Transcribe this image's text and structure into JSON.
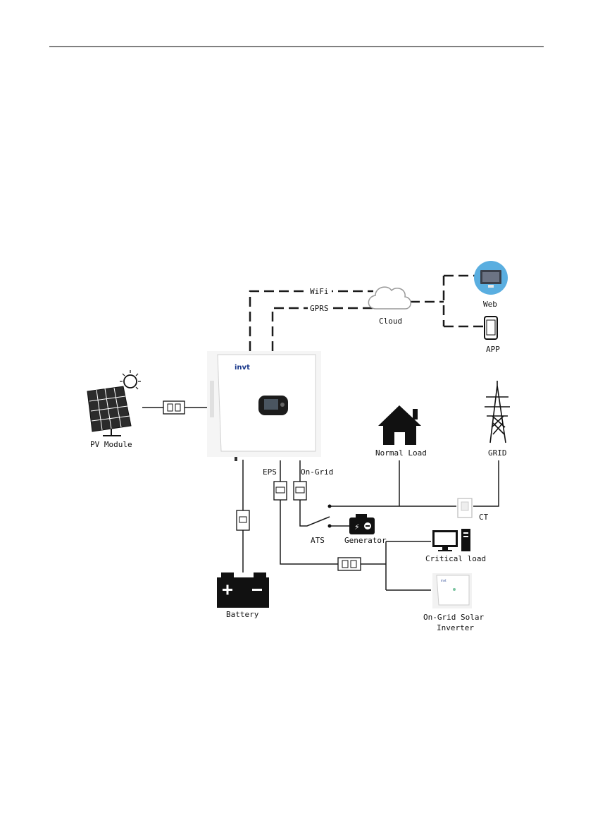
{
  "labels": {
    "wifi": "WiFi",
    "gprs": "GPRS",
    "cloud": "Cloud",
    "web": "Web",
    "app": "APP",
    "pv_module": "PV Module",
    "inverter_brand": "invt",
    "normal_load": "Normal Load",
    "grid": "GRID",
    "eps": "EPS",
    "on_grid": "On-Grid",
    "ct": "CT",
    "ats": "ATS",
    "generator": "Generator",
    "critical_load": "Critical load",
    "battery": "Battery",
    "ongrid_inverter_line1": "On-Grid Solar",
    "ongrid_inverter_line2": "Inverter"
  },
  "colors": {
    "line": "#1a1a1a",
    "icon_dark": "#111111",
    "web_blue": "#5aaee0"
  }
}
